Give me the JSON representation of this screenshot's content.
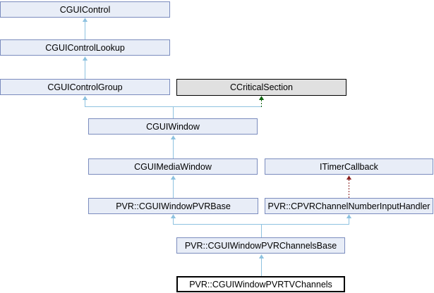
{
  "diagram": {
    "kind": "class-inheritance-graph",
    "nodes": {
      "cgui_control": {
        "label": "CGUIControl"
      },
      "cgui_control_lookup": {
        "label": "CGUIControlLookup"
      },
      "cgui_control_group": {
        "label": "CGUIControlGroup"
      },
      "ccritical_section": {
        "label": "CCriticalSection"
      },
      "cgui_window": {
        "label": "CGUIWindow"
      },
      "cgui_media_window": {
        "label": "CGUIMediaWindow"
      },
      "itimer_callback": {
        "label": "ITimerCallback"
      },
      "pvr_window_base": {
        "label": "PVR::CGUIWindowPVRBase"
      },
      "pvr_input_handler": {
        "label": "PVR::CPVRChannelNumberInputHandler"
      },
      "pvr_channels_base": {
        "label": "PVR::CGUIWindowPVRChannelsBase"
      },
      "pvr_tv_channels": {
        "label": "PVR::CGUIWindowPVRTVChannels"
      }
    },
    "edges": [
      {
        "from": "CGUIControlLookup",
        "to": "CGUIControl",
        "style": "solid",
        "color_key": "edge_public"
      },
      {
        "from": "CGUIControlGroup",
        "to": "CGUIControlLookup",
        "style": "solid",
        "color_key": "edge_public"
      },
      {
        "from": "CGUIWindow",
        "to": "CGUIControlGroup",
        "style": "solid",
        "color_key": "edge_public"
      },
      {
        "from": "CGUIWindow",
        "to": "CCriticalSection",
        "style": "dashed",
        "color_key": "edge_private"
      },
      {
        "from": "CGUIMediaWindow",
        "to": "CGUIWindow",
        "style": "solid",
        "color_key": "edge_public"
      },
      {
        "from": "PVR::CGUIWindowPVRBase",
        "to": "CGUIMediaWindow",
        "style": "solid",
        "color_key": "edge_public"
      },
      {
        "from": "PVR::CPVRChannelNumberInputHandler",
        "to": "ITimerCallback",
        "style": "dashed",
        "color_key": "edge_protected"
      },
      {
        "from": "PVR::CGUIWindowPVRChannelsBase",
        "to": "PVR::CGUIWindowPVRBase",
        "style": "solid",
        "color_key": "edge_public"
      },
      {
        "from": "PVR::CGUIWindowPVRChannelsBase",
        "to": "PVR::CPVRChannelNumberInputHandler",
        "style": "solid",
        "color_key": "edge_public"
      },
      {
        "from": "PVR::CGUIWindowPVRTVChannels",
        "to": "PVR::CGUIWindowPVRChannelsBase",
        "style": "solid",
        "color_key": "edge_public"
      }
    ]
  },
  "colors": {
    "node_fill": "#e8edf7",
    "node_border": "#7b8cbe",
    "external_fill": "#e0e0e0",
    "external_border": "#000000",
    "current_fill": "#ffffff",
    "current_border": "#000000",
    "edge_public": "#8ec2e0",
    "edge_private": "#0e640e",
    "edge_protected": "#8b2323",
    "text": "#000000"
  }
}
